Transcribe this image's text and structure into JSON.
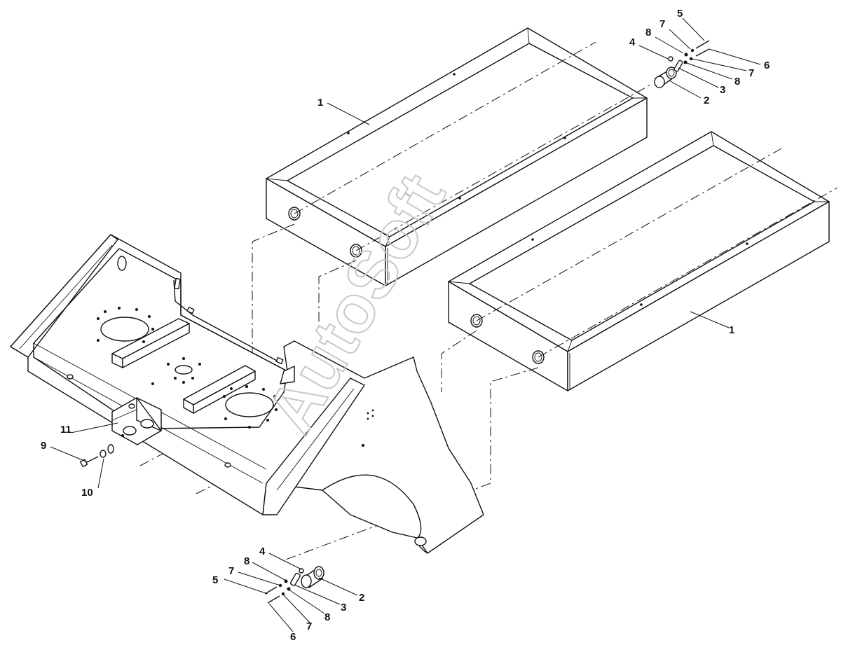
{
  "watermark": "AutoSoft",
  "callouts": {
    "tank_top": "1",
    "tank_right": "1",
    "tr_5": "5",
    "tr_8": "8",
    "tr_7a": "7",
    "tr_4": "4",
    "tr_6": "6",
    "tr_7b": "7",
    "tr_8b": "8",
    "tr_3": "3",
    "tr_2": "2",
    "frame_11": "11",
    "frame_9": "9",
    "frame_10": "10",
    "b_4": "4",
    "b_8a": "8",
    "b_7a": "7",
    "b_5": "5",
    "b_2": "2",
    "b_3": "3",
    "b_8b": "8",
    "b_7b": "7",
    "b_6": "6"
  }
}
